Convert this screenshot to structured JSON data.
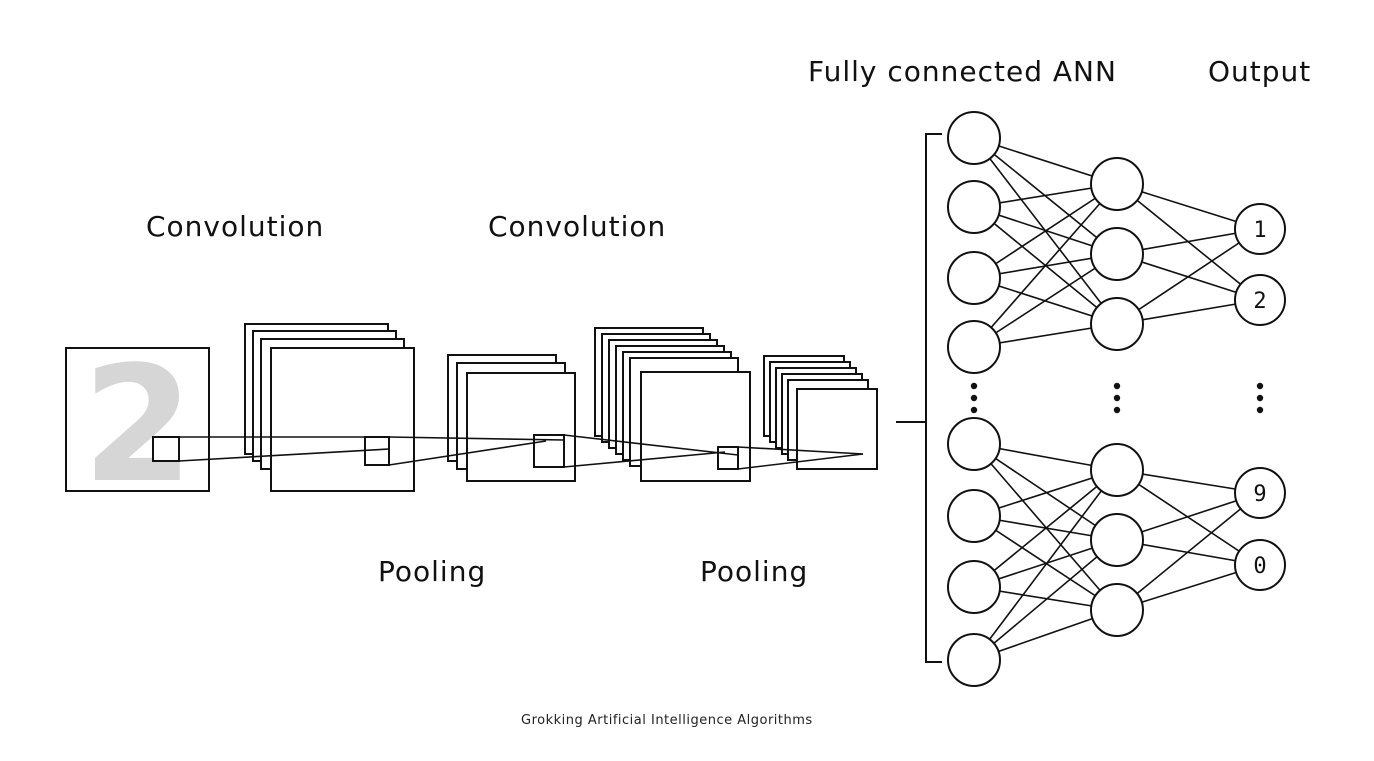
{
  "labels": {
    "convolution_1": "Convolution",
    "convolution_2": "Convolution",
    "pooling_1": "Pooling",
    "pooling_2": "Pooling",
    "fully_connected": "Fully connected ANN",
    "output": "Output"
  },
  "input_digit": "2",
  "output_nodes": [
    "1",
    "2",
    "9",
    "0"
  ],
  "footer": "Grokking Artificial Intelligence Algorithms",
  "colors": {
    "stroke": "#111111",
    "digit": "#d6d6d6"
  }
}
